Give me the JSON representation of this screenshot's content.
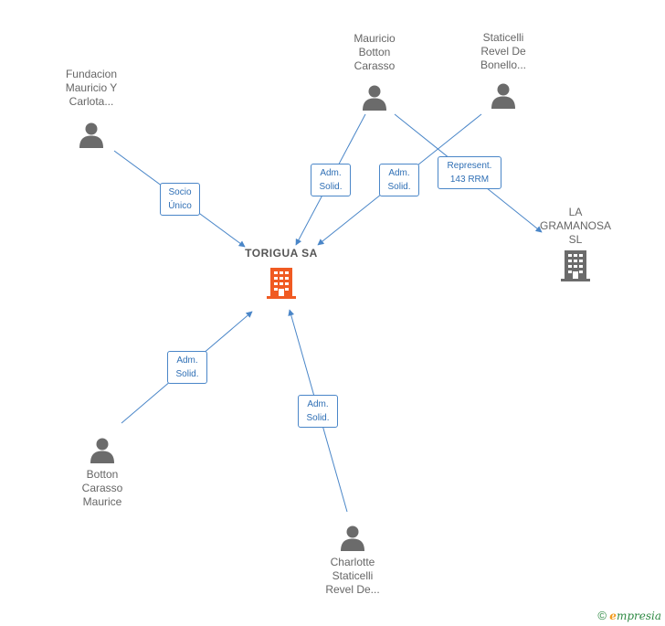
{
  "diagram": {
    "center": {
      "name": "TORIGUA SA",
      "color": "#f05a22"
    },
    "companies": [
      {
        "id": "gramanosa",
        "name": "LA\nGRAMANOSA\nSL",
        "color": "#666666"
      }
    ],
    "persons": [
      {
        "id": "fundacion",
        "name": "Fundacion\nMauricio Y\nCarlota..."
      },
      {
        "id": "mauricio",
        "name": "Mauricio\nBotton\nCarasso"
      },
      {
        "id": "staticelli_revel",
        "name": "Staticelli\nRevel De\nBonello..."
      },
      {
        "id": "botton_maurice",
        "name": "Botton\nCarasso\nMaurice"
      },
      {
        "id": "charlotte",
        "name": "Charlotte\nStaticelli\nRevel De..."
      }
    ],
    "edges": [
      {
        "from": "fundacion",
        "to": "center",
        "label": "Socio\nÚnico"
      },
      {
        "from": "mauricio",
        "to": "center",
        "label": "Adm.\nSolid."
      },
      {
        "from": "staticelli_revel",
        "to": "center",
        "label": "Adm.\nSolid."
      },
      {
        "from": "mauricio",
        "to": "gramanosa",
        "label": "Represent.\n143 RRM"
      },
      {
        "from": "botton_maurice",
        "to": "center",
        "label": "Adm.\nSolid."
      },
      {
        "from": "charlotte",
        "to": "center",
        "label": "Adm.\nSolid."
      }
    ],
    "edge_color": "#4a86c8",
    "person_icon_color": "#6b6b6b"
  },
  "footer": {
    "copyright": "©",
    "brand_initial": "e",
    "brand_rest": "mpresia"
  }
}
